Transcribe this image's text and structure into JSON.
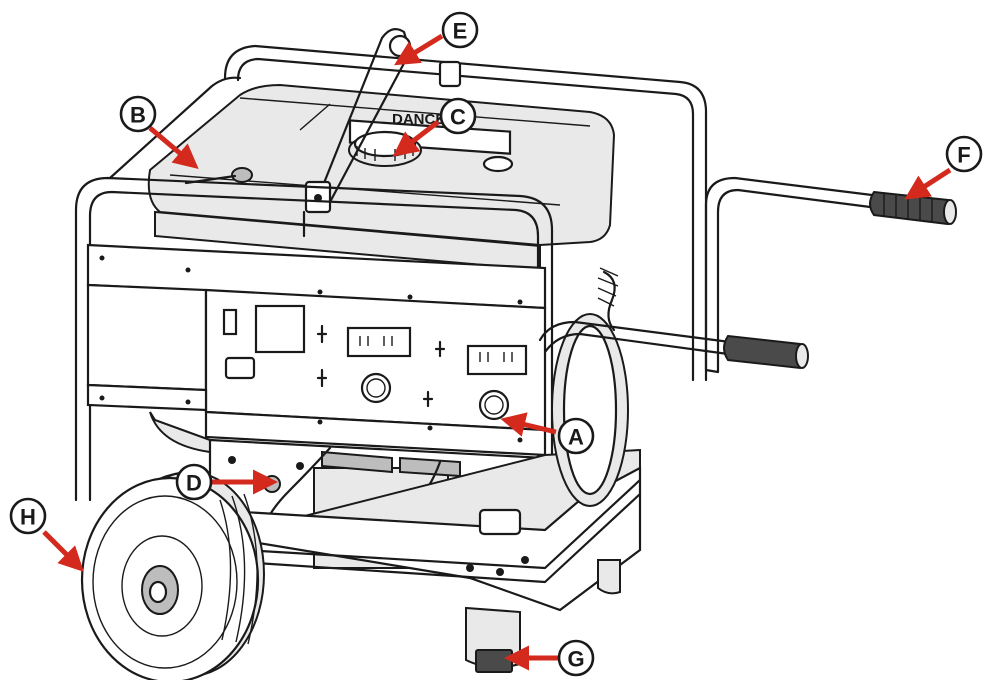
{
  "figure": {
    "brand_text": "DANCE",
    "callouts": [
      {
        "id": "A",
        "label": "A"
      },
      {
        "id": "B",
        "label": "B"
      },
      {
        "id": "C",
        "label": "C"
      },
      {
        "id": "D",
        "label": "D"
      },
      {
        "id": "E",
        "label": "E"
      },
      {
        "id": "F",
        "label": "F"
      },
      {
        "id": "G",
        "label": "G"
      },
      {
        "id": "H",
        "label": "H"
      }
    ],
    "colors": {
      "arrow": "#d42a1e",
      "line": "#1a1a1a",
      "background": "#ffffff",
      "shade_light": "#e9e9e9",
      "shade_mid": "#bdbdbd",
      "shade_dark": "#4a4a4a"
    }
  }
}
